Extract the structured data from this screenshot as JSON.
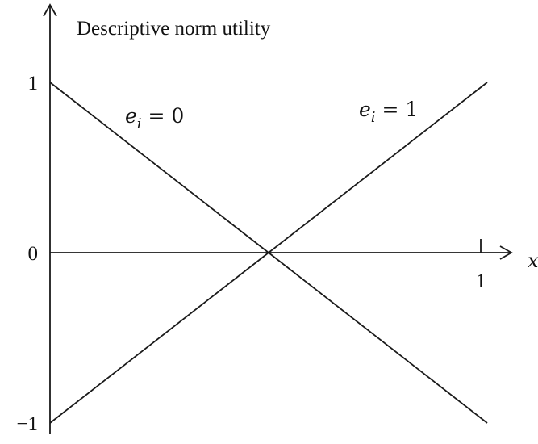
{
  "chart_data": {
    "type": "line",
    "title": "",
    "xlabel": "x",
    "ylabel": "Descriptive norm utility",
    "xlim": [
      0,
      1
    ],
    "ylim": [
      -1,
      1
    ],
    "x_ticks": [
      {
        "value": 1,
        "label": "1"
      }
    ],
    "y_ticks": [
      {
        "value": 1,
        "label": "1"
      },
      {
        "value": 0,
        "label": "0"
      },
      {
        "value": -1,
        "label": "−1"
      }
    ],
    "grid": false,
    "legend": "none",
    "line_color": "#1a1a1a",
    "series": [
      {
        "name": "e_i = 0",
        "label": {
          "base": "e",
          "sub": "i",
          "rest": " = 0"
        },
        "x": [
          0,
          0.5,
          1
        ],
        "y": [
          1,
          0,
          -1
        ]
      },
      {
        "name": "e_i = 1",
        "label": {
          "base": "e",
          "sub": "i",
          "rest": " = 1"
        },
        "x": [
          0,
          0.5,
          1
        ],
        "y": [
          -1,
          0,
          1
        ]
      }
    ]
  }
}
